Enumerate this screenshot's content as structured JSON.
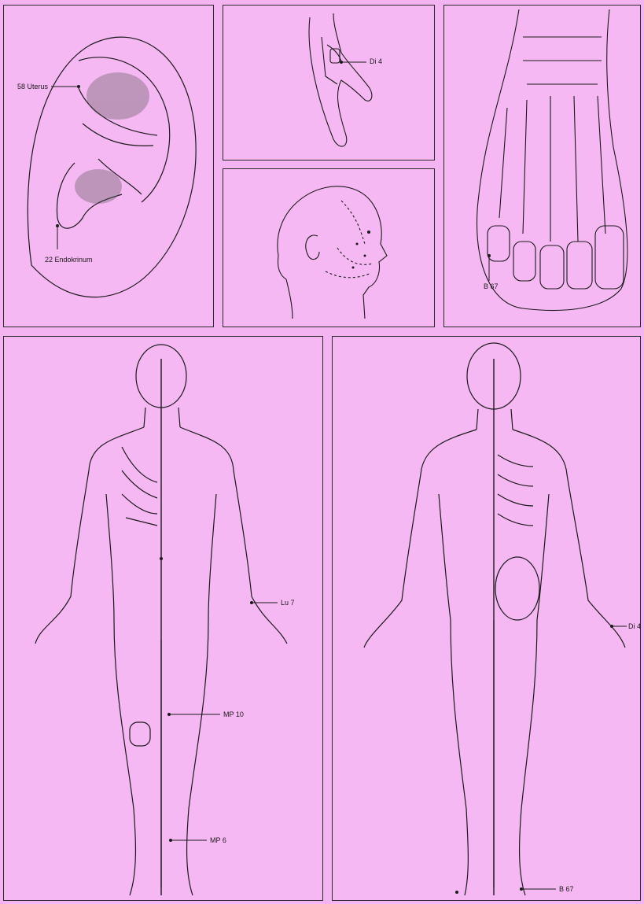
{
  "colors": {
    "background": "#f4b3f1",
    "ink": "#1a1a1a"
  },
  "panels": {
    "ear": {
      "labels": {
        "uterus": "58 Uterus",
        "endokrinum": "22 Endokrinum"
      }
    },
    "hand": {
      "labels": {
        "di4": "Di 4"
      }
    },
    "head": {},
    "foot": {
      "labels": {
        "b67": "B 67"
      }
    },
    "front": {
      "labels": {
        "lu7": "Lu 7",
        "mp10": "MP 10",
        "mp6": "MP 6"
      }
    },
    "back": {
      "labels": {
        "di4": "Di 4",
        "b67": "B 67"
      }
    }
  }
}
